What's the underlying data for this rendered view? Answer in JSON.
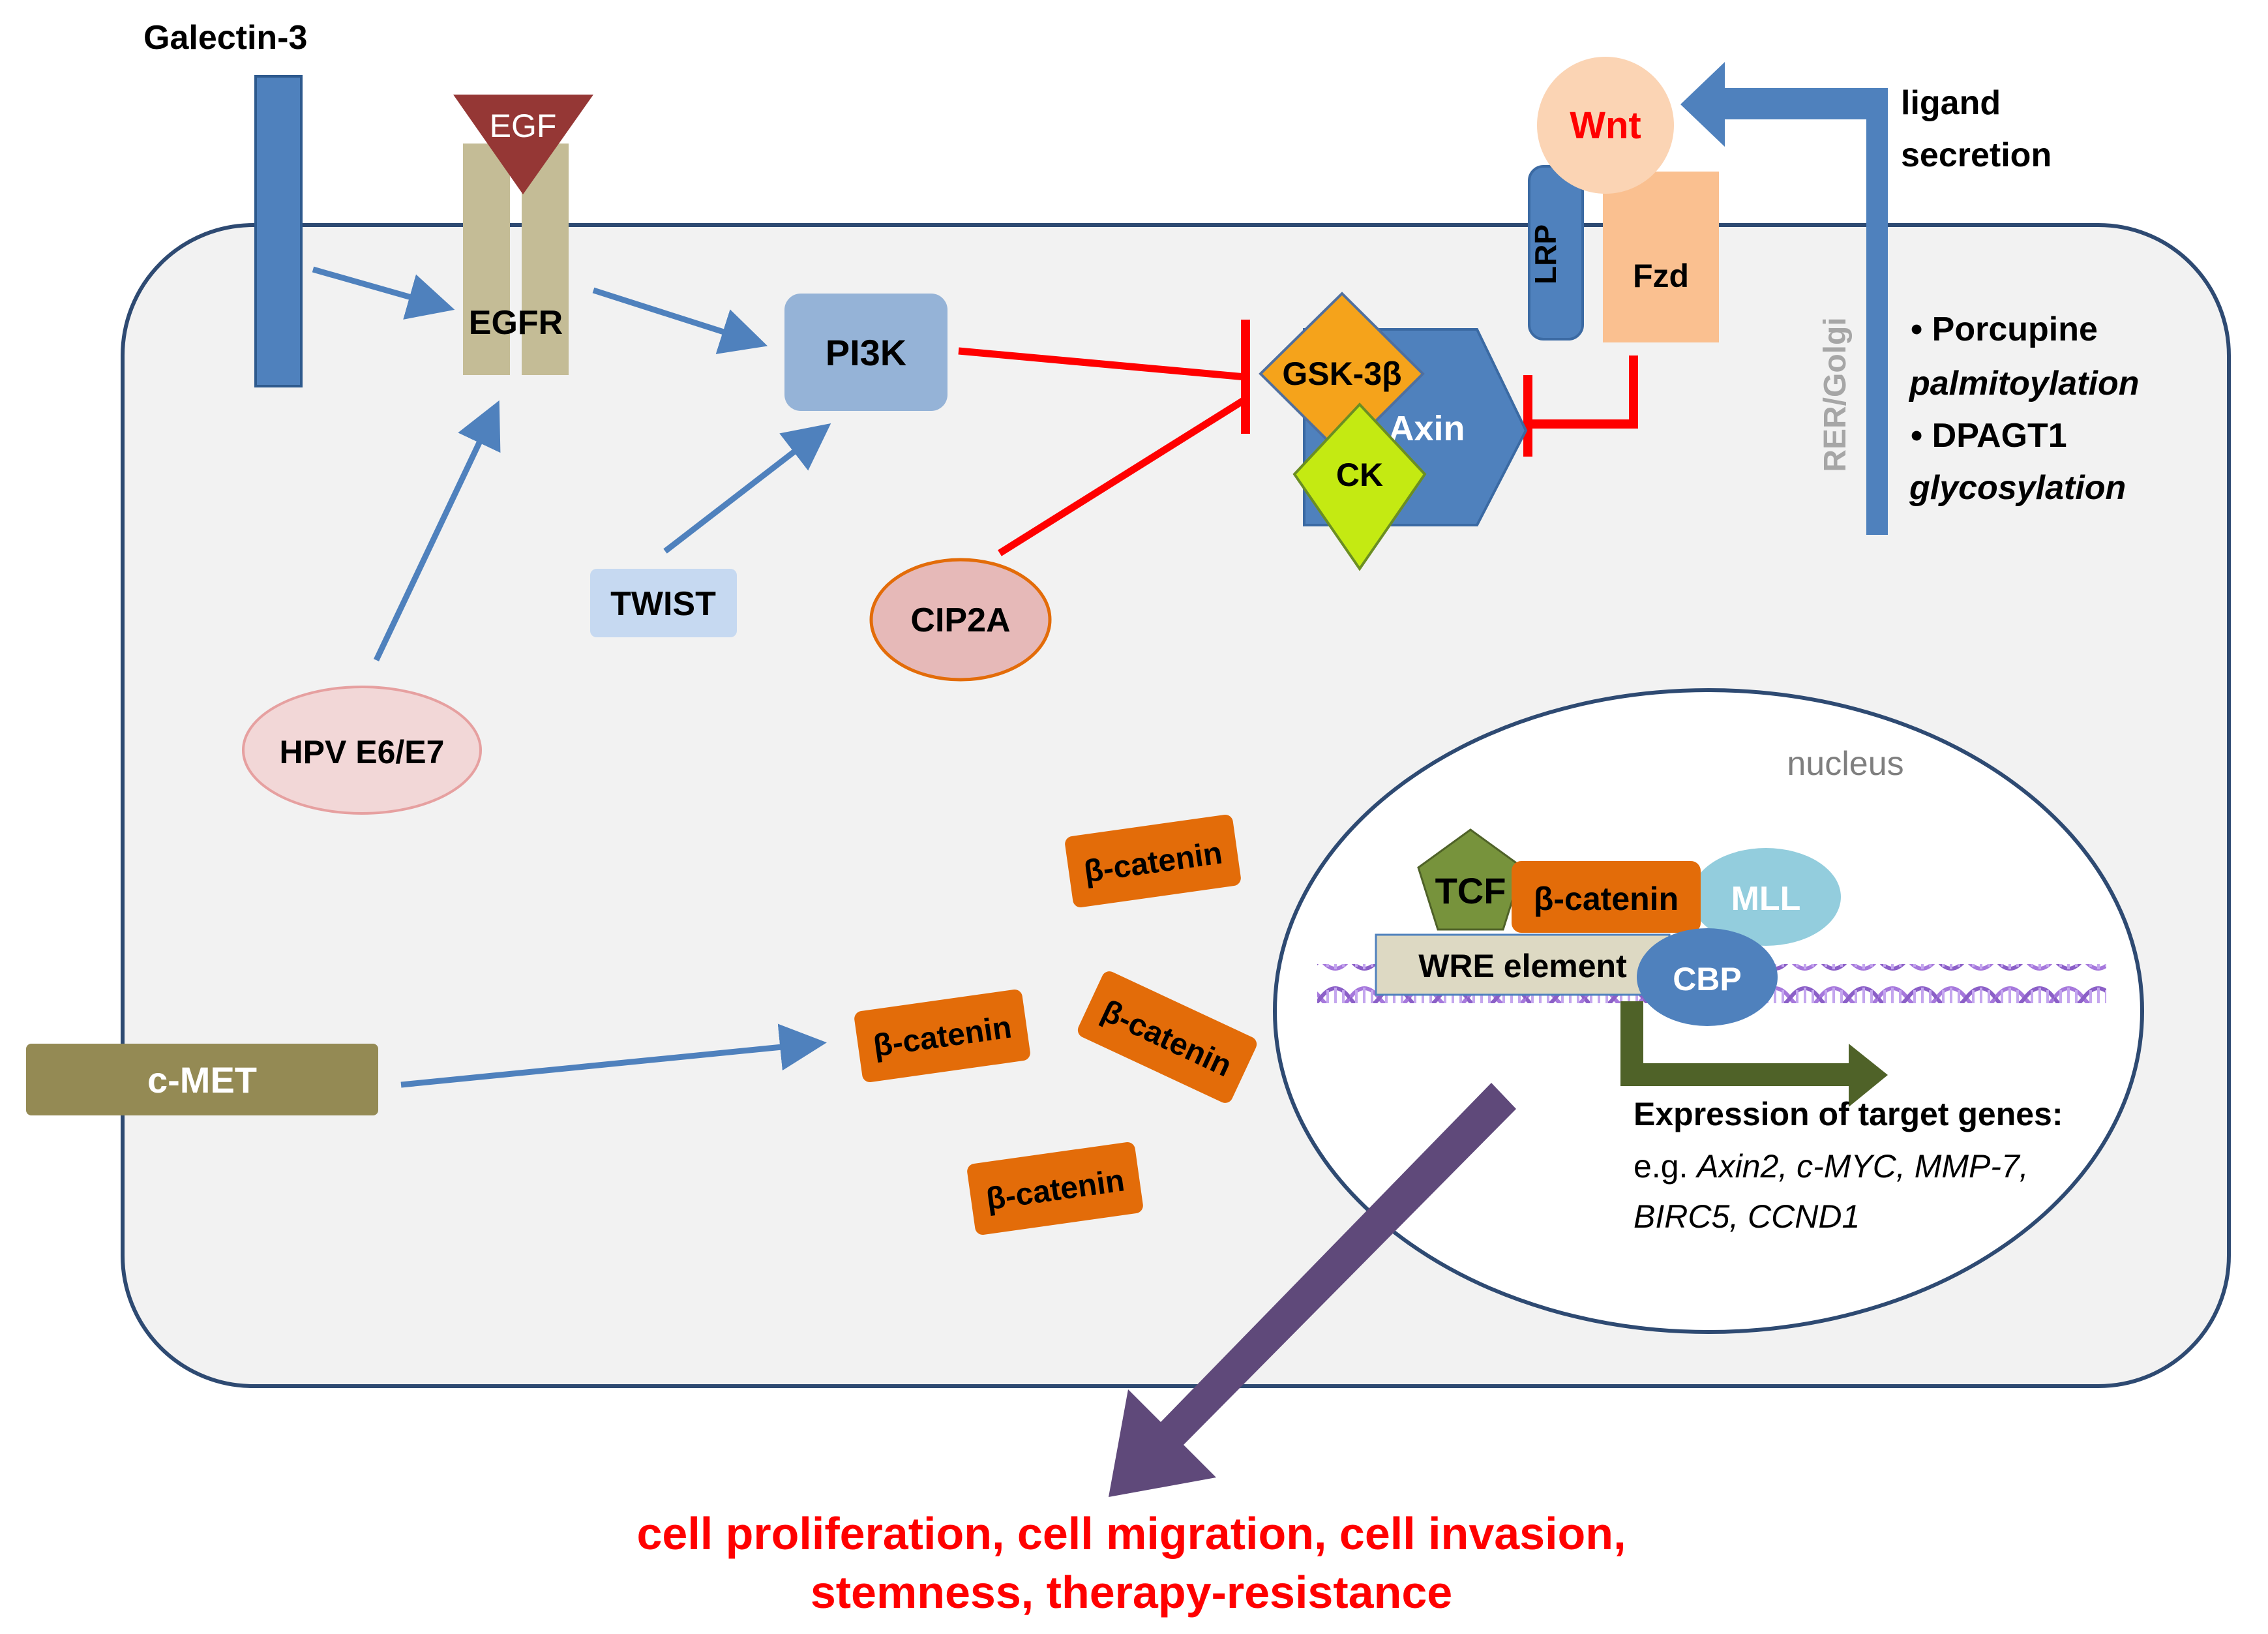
{
  "labels": {
    "galectin3": "Galectin-3",
    "egf": "EGF",
    "egfr": "EGFR",
    "pi3k": "PI3K",
    "twist": "TWIST",
    "cip2a": "CIP2A",
    "hpv": "HPV E6/E7",
    "cmet": "c-MET",
    "wnt": "Wnt",
    "lrp": "LRP",
    "fzd": "Fzd",
    "gsk3b": "GSK-3β",
    "axin": "Axin",
    "ck": "CK",
    "rer_golgi": "RER/Golgi",
    "ligand_secretion_1": "ligand",
    "ligand_secretion_2": "secretion",
    "bullet_porcupine": "•  Porcupine",
    "porcupine_sub": "palmitoylation",
    "bullet_dpagt1": "•  DPAGT1",
    "dpagt1_sub": "glycosylation",
    "nucleus": "nucleus",
    "tcf": "TCF",
    "beta_catenin": "β-catenin",
    "mll": "MLL",
    "cbp": "CBP",
    "wre": "WRE element",
    "expression_title": "Expression of target genes:",
    "expression_eg": "e.g. ",
    "expression_genes_1": "Axin2, c-MYC, MMP-7,",
    "expression_genes_2": "BIRC5, CCND1",
    "outcome_1": "cell proliferation, cell migration, cell invasion,",
    "outcome_2": "stemness, therapy-resistance"
  },
  "colors": {
    "activation": "#4f81bd",
    "inhibition": "#ff0000",
    "beta_catenin": "#e36c09",
    "outcome": "#ff0000",
    "purple_arrow": "#5f497a"
  }
}
